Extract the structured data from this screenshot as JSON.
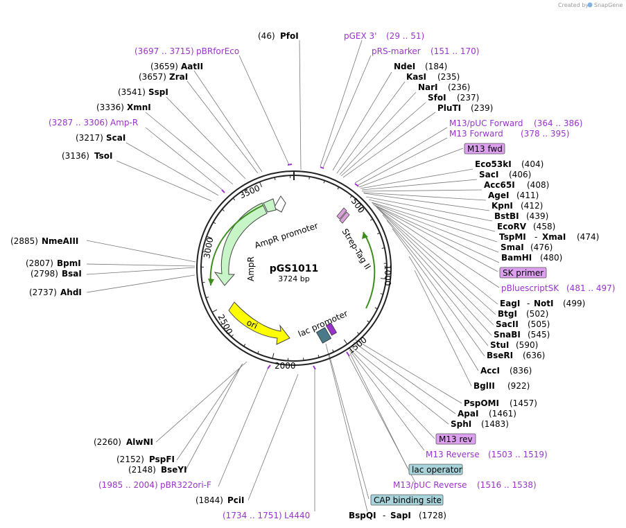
{
  "credit": {
    "prefix": "Created by",
    "brand": "SnapGene"
  },
  "plasmid": {
    "name": "pGS1011",
    "size": "3724 bp"
  },
  "ticks": [
    "500",
    "1000",
    "1500",
    "2000",
    "2500",
    "3000",
    "3500"
  ],
  "features": {
    "ampr_promoter": "AmpR promoter",
    "ampr": "AmpR",
    "ori": "ori",
    "lac_promoter": "lac promoter",
    "strep_tag": "Strep-Tag II"
  },
  "labels": [
    {
      "pos": "(46)",
      "name": "PfoI",
      "kind": "enzyme"
    },
    {
      "name": "pGEX 3'",
      "range": "(29 .. 51)",
      "kind": "primer"
    },
    {
      "range": "(3697 .. 3715)",
      "name": "pBRforEco",
      "kind": "primer"
    },
    {
      "name": "pRS-marker",
      "range": "(151 .. 170)",
      "kind": "primer"
    },
    {
      "pos": "(3659)",
      "name": "AatII",
      "kind": "enzyme"
    },
    {
      "name": "NdeI",
      "pos": "(184)",
      "kind": "enzyme"
    },
    {
      "pos": "(3657)",
      "name": "ZraI",
      "kind": "enzyme"
    },
    {
      "name": "KasI",
      "pos": "(235)",
      "kind": "enzyme"
    },
    {
      "name": "NarI",
      "pos": "(236)",
      "kind": "enzyme"
    },
    {
      "pos": "(3541)",
      "name": "SspI",
      "kind": "enzyme"
    },
    {
      "name": "SfoI",
      "pos": "(237)",
      "kind": "enzyme"
    },
    {
      "pos": "(3336)",
      "name": "XmnI",
      "kind": "enzyme"
    },
    {
      "name": "PluTI",
      "pos": "(239)",
      "kind": "enzyme"
    },
    {
      "range": "(3287 .. 3306)",
      "name": "Amp-R",
      "kind": "primer"
    },
    {
      "name": "M13/pUC Forward",
      "range": "(364 .. 386)",
      "kind": "primer"
    },
    {
      "pos": "(3217)",
      "name": "ScaI",
      "kind": "enzyme"
    },
    {
      "name": "M13 Forward",
      "range": "(378 .. 395)",
      "kind": "primer"
    },
    {
      "name": "M13 fwd",
      "kind": "boxed-primer"
    },
    {
      "pos": "(3136)",
      "name": "TsoI",
      "kind": "enzyme"
    },
    {
      "name": "Eco53kI",
      "pos": "(404)",
      "kind": "enzyme"
    },
    {
      "name": "SacI",
      "pos": "(406)",
      "kind": "enzyme"
    },
    {
      "name": "Acc65I",
      "pos": "(408)",
      "kind": "enzyme"
    },
    {
      "name": "AgeI",
      "pos": "(411)",
      "kind": "enzyme"
    },
    {
      "name": "KpnI",
      "pos": "(412)",
      "kind": "enzyme"
    },
    {
      "name": "BstBI",
      "pos": "(439)",
      "kind": "enzyme"
    },
    {
      "name": "EcoRV",
      "pos": "(458)",
      "kind": "enzyme"
    },
    {
      "name": "TspMI",
      "sep": "-",
      "name2": "XmaI",
      "pos": "(474)",
      "kind": "enzyme"
    },
    {
      "pos": "(2885)",
      "name": "NmeAIII",
      "kind": "enzyme"
    },
    {
      "name": "SmaI",
      "pos": "(476)",
      "kind": "enzyme"
    },
    {
      "name": "BamHI",
      "pos": "(480)",
      "kind": "enzyme"
    },
    {
      "pos": "(2807)",
      "name": "BpmI",
      "kind": "enzyme"
    },
    {
      "name": "SK primer",
      "kind": "boxed-primer"
    },
    {
      "pos": "(2798)",
      "name": "BsaI",
      "kind": "enzyme"
    },
    {
      "name": "pBluescriptSK",
      "range": "(481 .. 497)",
      "kind": "primer"
    },
    {
      "pos": "(2737)",
      "name": "AhdI",
      "kind": "enzyme"
    },
    {
      "name": "EagI",
      "sep": "-",
      "name2": "NotI",
      "pos": "(499)",
      "kind": "enzyme"
    },
    {
      "name": "BtgI",
      "pos": "(502)",
      "kind": "enzyme"
    },
    {
      "name": "SacII",
      "pos": "(505)",
      "kind": "enzyme"
    },
    {
      "name": "SnaBI",
      "pos": "(545)",
      "kind": "enzyme"
    },
    {
      "name": "StuI",
      "pos": "(590)",
      "kind": "enzyme"
    },
    {
      "name": "BseRI",
      "pos": "(636)",
      "kind": "enzyme"
    },
    {
      "name": "AccI",
      "pos": "(836)",
      "kind": "enzyme"
    },
    {
      "name": "BglII",
      "pos": "(922)",
      "kind": "enzyme"
    },
    {
      "name": "PspOMI",
      "pos": "(1457)",
      "kind": "enzyme"
    },
    {
      "name": "ApaI",
      "pos": "(1461)",
      "kind": "enzyme"
    },
    {
      "name": "SphI",
      "pos": "(1483)",
      "kind": "enzyme"
    },
    {
      "name": "M13 rev",
      "kind": "boxed-primer"
    },
    {
      "pos": "(2260)",
      "name": "AlwNI",
      "kind": "enzyme"
    },
    {
      "name": "M13 Reverse",
      "range": "(1503 .. 1519)",
      "kind": "primer"
    },
    {
      "pos": "(2152)",
      "name": "PspFI",
      "kind": "enzyme"
    },
    {
      "pos": "(2148)",
      "name": "BseYI",
      "kind": "enzyme"
    },
    {
      "name": "lac operator",
      "kind": "boxed-feature"
    },
    {
      "range": "(1985 .. 2004)",
      "name": "pBR322ori-F",
      "kind": "primer"
    },
    {
      "name": "M13/pUC Reverse",
      "range": "(1516 .. 1538)",
      "kind": "primer"
    },
    {
      "pos": "(1844)",
      "name": "PciI",
      "kind": "enzyme"
    },
    {
      "name": "CAP binding site",
      "kind": "boxed-feature"
    },
    {
      "range": "(1734 .. 1751)",
      "name": "L4440",
      "kind": "primer"
    },
    {
      "name": "BspQI",
      "sep": "-",
      "name2": "SapI",
      "pos": "(1728)",
      "kind": "enzyme"
    }
  ],
  "colors": {
    "enzyme": "#000000",
    "primer": "#9933cc",
    "primer_box": "#dda0f0",
    "feature_box": "#a8d4dc",
    "ampr": "#c8f5c8",
    "ori": "#ffff00",
    "promoter_arrow": "#3d8c1e",
    "backbone": "#222222"
  }
}
